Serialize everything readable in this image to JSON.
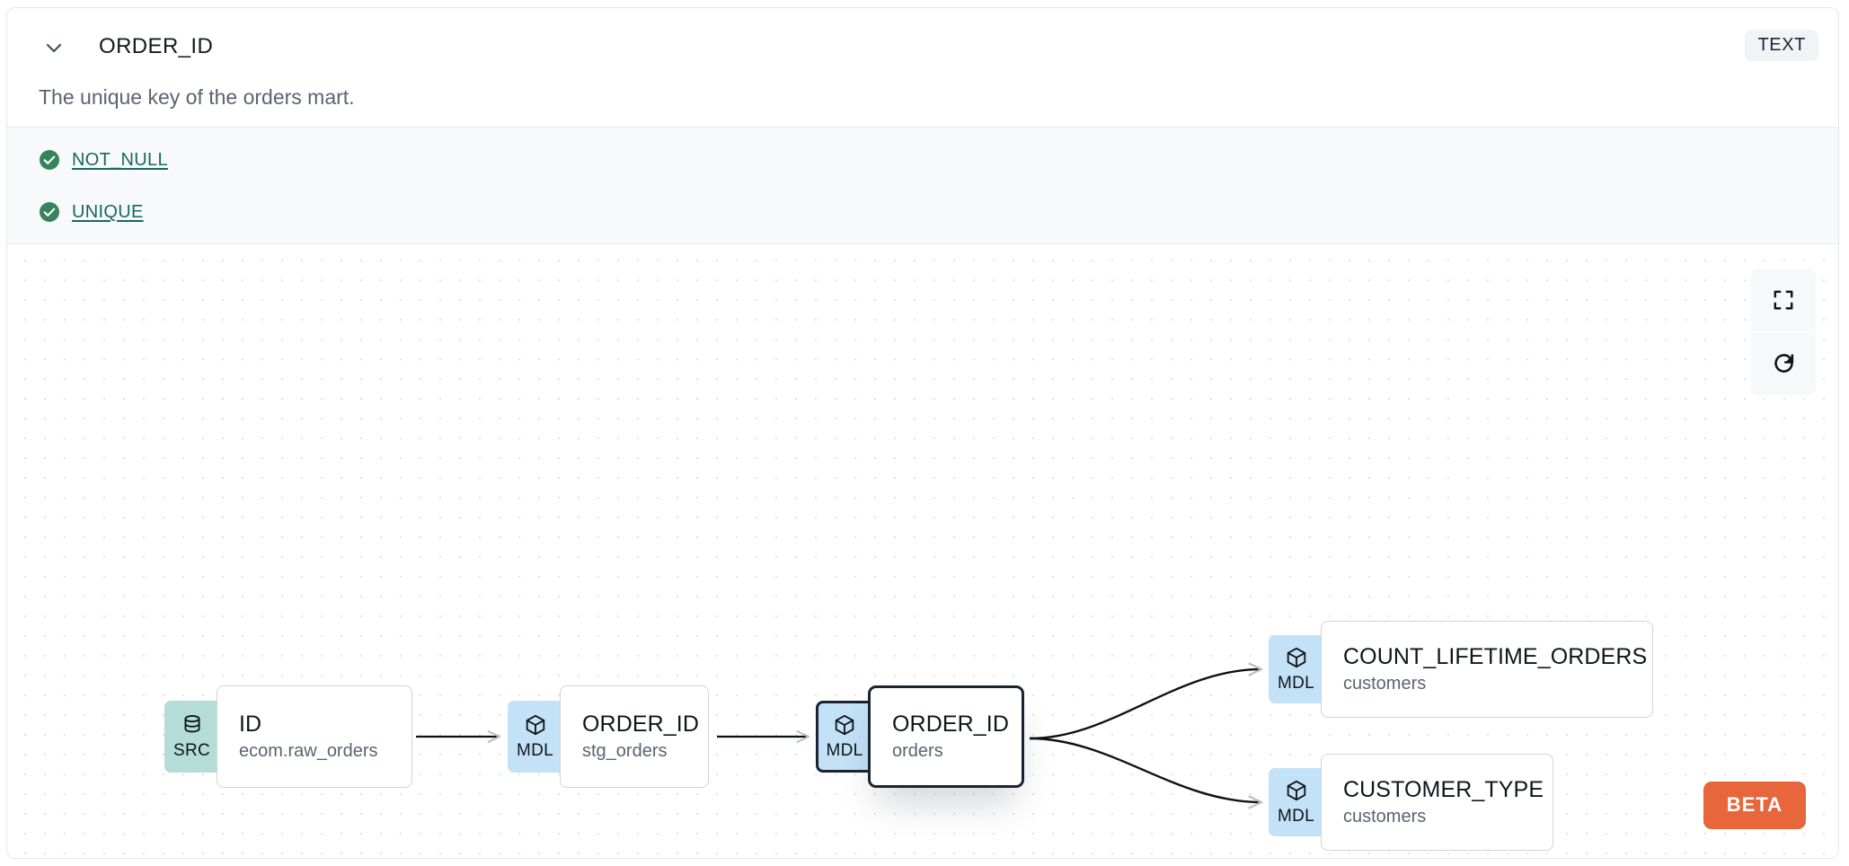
{
  "header": {
    "column_name": "ORDER_ID",
    "type_badge": "TEXT",
    "chevron_icon": "chevron-down-icon"
  },
  "description": "The unique key of the orders mart.",
  "tests": [
    {
      "label": "NOT_NULL",
      "status_icon": "check-circle-icon",
      "status_color": "#35845c"
    },
    {
      "label": "UNIQUE",
      "status_icon": "check-circle-icon",
      "status_color": "#35845c"
    }
  ],
  "lineage": {
    "nodes": [
      {
        "id": "src-id",
        "badge": "SRC",
        "badge_icon": "database-icon",
        "name": "ID",
        "resource": "ecom.raw_orders",
        "selected": false
      },
      {
        "id": "stg-order",
        "badge": "MDL",
        "badge_icon": "cube-icon",
        "name": "ORDER_ID",
        "resource": "stg_orders",
        "selected": false
      },
      {
        "id": "orders",
        "badge": "MDL",
        "badge_icon": "cube-icon",
        "name": "ORDER_ID",
        "resource": "orders",
        "selected": true
      },
      {
        "id": "count-life",
        "badge": "MDL",
        "badge_icon": "cube-icon",
        "name": "COUNT_LIFETIME_ORDERS",
        "resource": "customers",
        "selected": false
      },
      {
        "id": "cust-type",
        "badge": "MDL",
        "badge_icon": "cube-icon",
        "name": "CUSTOMER_TYPE",
        "resource": "customers",
        "selected": false
      }
    ],
    "controls": [
      {
        "name": "fit-view-button",
        "icon": "expand-icon"
      },
      {
        "name": "reset-button",
        "icon": "refresh-icon"
      }
    ],
    "beta_label": "BETA"
  },
  "colors": {
    "src_badge": "#b4ddd8",
    "mdl_badge": "#c3e2f7",
    "beta": "#e8663c",
    "test_link": "#18685f",
    "selected_border": "#1b2333"
  }
}
